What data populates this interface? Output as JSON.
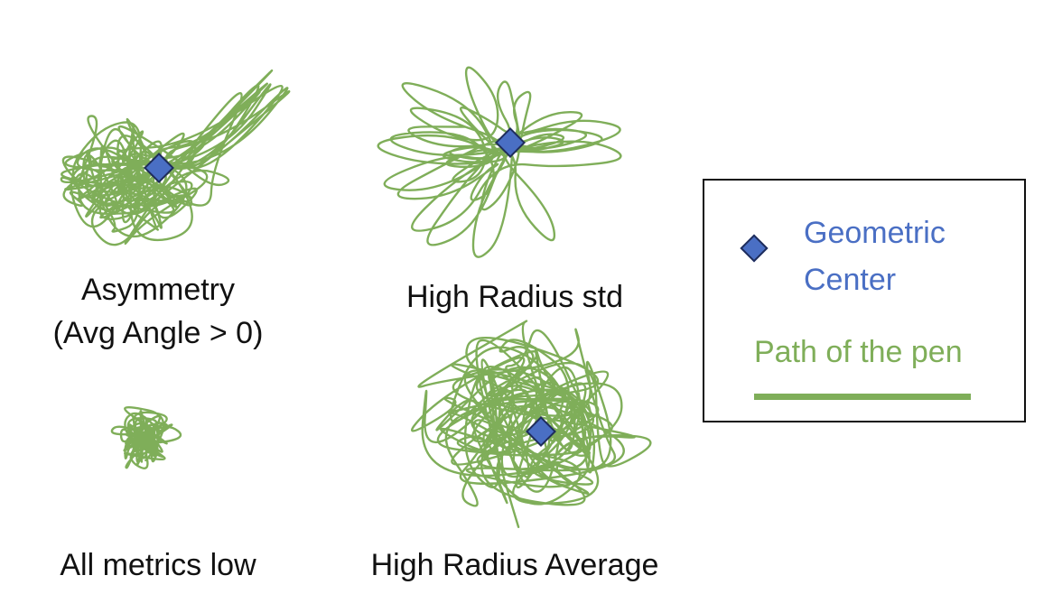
{
  "colors": {
    "path": "#7fae59",
    "center_fill": "#4a6fc4",
    "center_stroke": "#1f2d5c",
    "legend_text": "#4a6fc4",
    "legend_path_text": "#7fae59"
  },
  "panels": [
    {
      "id": "asymmetry",
      "caption_line1": "Asymmetry",
      "caption_line2": "(Avg Angle > 0)",
      "pattern": "asymmetric-scribble",
      "shows_center": true
    },
    {
      "id": "high-radius-std",
      "caption_line1": "High Radius std",
      "pattern": "spiky-scribble",
      "shows_center": true
    },
    {
      "id": "all-metrics-low",
      "caption_line1": "All metrics low",
      "pattern": "small-tight-scribble",
      "shows_center": false
    },
    {
      "id": "high-radius-average",
      "caption_line1": "High Radius Average",
      "pattern": "large-round-scribble",
      "shows_center": true
    }
  ],
  "legend": {
    "center_label_line1": "Geometric",
    "center_label_line2": "Center",
    "center_icon": "diamond-icon",
    "path_label": "Path of the pen",
    "path_icon": "green-line"
  }
}
